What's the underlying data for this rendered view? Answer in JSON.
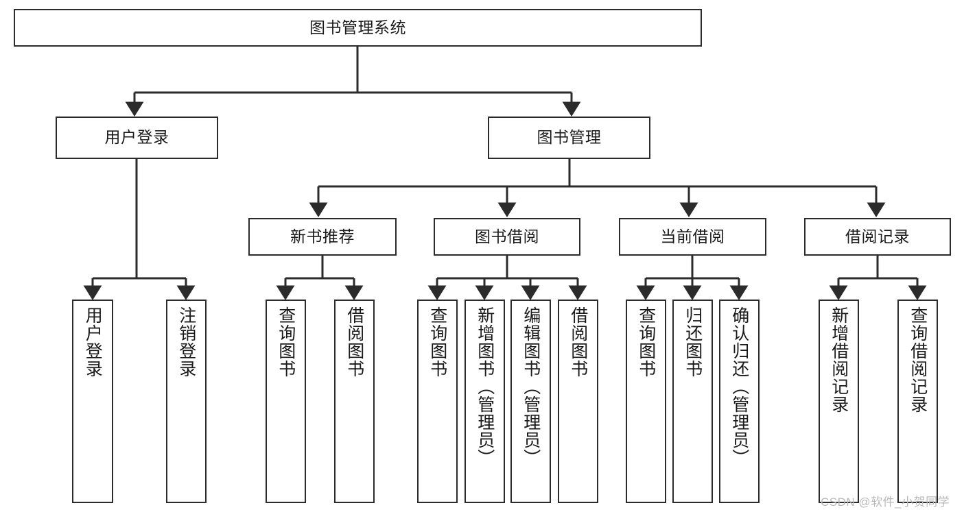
{
  "diagram": {
    "title": "图书管理系统",
    "type": "hierarchy-tree",
    "orientation": "top-down",
    "line_color": "#2b2b2b",
    "box_fill": "#ffffff",
    "text_color": "#1a1a1a",
    "levels": [
      {
        "level": 1,
        "nodes": [
          {
            "id": "root",
            "label": "图书管理系统",
            "orientation": "horizontal"
          }
        ]
      },
      {
        "level": 2,
        "nodes": [
          {
            "id": "l2a",
            "label": "用户登录",
            "orientation": "horizontal",
            "parent": "root"
          },
          {
            "id": "l2b",
            "label": "图书管理",
            "orientation": "horizontal",
            "parent": "root"
          }
        ]
      },
      {
        "level": 3,
        "nodes": [
          {
            "id": "l3a",
            "label": "新书推荐",
            "orientation": "horizontal",
            "parent": "l2b"
          },
          {
            "id": "l3b",
            "label": "图书借阅",
            "orientation": "horizontal",
            "parent": "l2b"
          },
          {
            "id": "l3c",
            "label": "当前借阅",
            "orientation": "horizontal",
            "parent": "l2b"
          },
          {
            "id": "l3d",
            "label": "借阅记录",
            "orientation": "horizontal",
            "parent": "l2b"
          }
        ]
      },
      {
        "level": 4,
        "nodes": [
          {
            "id": "leaf1",
            "label": "用户登录",
            "orientation": "vertical",
            "parent": "l2a"
          },
          {
            "id": "leaf2",
            "label": "注销登录",
            "orientation": "vertical",
            "parent": "l2a"
          },
          {
            "id": "leaf3",
            "label": "查询图书",
            "orientation": "vertical",
            "parent": "l3a"
          },
          {
            "id": "leaf4",
            "label": "借阅图书",
            "orientation": "vertical",
            "parent": "l3a"
          },
          {
            "id": "leaf5",
            "label": "查询图书",
            "orientation": "vertical",
            "parent": "l3b"
          },
          {
            "id": "leaf6",
            "label": "新增图书（管理员）",
            "orientation": "vertical",
            "parent": "l3b"
          },
          {
            "id": "leaf7",
            "label": "编辑图书（管理员）",
            "orientation": "vertical",
            "parent": "l3b"
          },
          {
            "id": "leaf8",
            "label": "借阅图书",
            "orientation": "vertical",
            "parent": "l3b"
          },
          {
            "id": "leaf9",
            "label": "查询图书",
            "orientation": "vertical",
            "parent": "l3c"
          },
          {
            "id": "leaf10",
            "label": "归还图书",
            "orientation": "vertical",
            "parent": "l3c"
          },
          {
            "id": "leaf11",
            "label": "确认归还（管理员）",
            "orientation": "vertical",
            "parent": "l3c"
          },
          {
            "id": "leaf12",
            "label": "新增借阅记录",
            "orientation": "vertical",
            "parent": "l3d"
          },
          {
            "id": "leaf13",
            "label": "查询借阅记录",
            "orientation": "vertical",
            "parent": "l3d"
          }
        ]
      }
    ]
  },
  "watermark": {
    "text": "CSDN @软件_小贺同学",
    "color": "#b9b9b9"
  }
}
